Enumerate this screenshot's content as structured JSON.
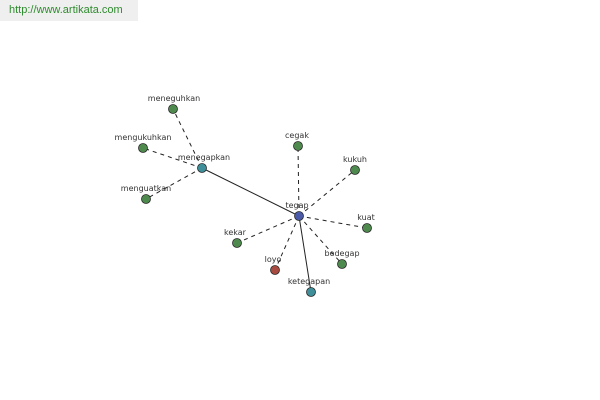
{
  "site": {
    "url": "http://www.artikata.com"
  },
  "colors": {
    "synonym": "#4e8a4e",
    "center": "#4a5aa8",
    "related": "#3f8f9a",
    "antonym": "#a84a3f",
    "edge": "#222222"
  },
  "graph": {
    "nodes": [
      {
        "id": "tegap",
        "label": "tegap",
        "kind": "center"
      },
      {
        "id": "menegapkan",
        "label": "menegapkan",
        "kind": "related"
      },
      {
        "id": "ketegapan",
        "label": "ketegapan",
        "kind": "related"
      },
      {
        "id": "meneguhkan",
        "label": "meneguhkan",
        "kind": "synonym"
      },
      {
        "id": "mengukuhkan",
        "label": "mengukuhkan",
        "kind": "synonym"
      },
      {
        "id": "menguatkan",
        "label": "menguatkan",
        "kind": "synonym"
      },
      {
        "id": "cegak",
        "label": "cegak",
        "kind": "synonym"
      },
      {
        "id": "kukuh",
        "label": "kukuh",
        "kind": "synonym"
      },
      {
        "id": "kuat",
        "label": "kuat",
        "kind": "synonym"
      },
      {
        "id": "bedegap",
        "label": "bedegap",
        "kind": "synonym"
      },
      {
        "id": "kekar",
        "label": "kekar",
        "kind": "synonym"
      },
      {
        "id": "loyo",
        "label": "loyo",
        "kind": "antonym"
      }
    ],
    "edges": [
      {
        "from": "tegap",
        "to": "menegapkan",
        "style": "solid"
      },
      {
        "from": "tegap",
        "to": "ketegapan",
        "style": "solid"
      },
      {
        "from": "tegap",
        "to": "cegak",
        "style": "dashed"
      },
      {
        "from": "tegap",
        "to": "kukuh",
        "style": "dashed"
      },
      {
        "from": "tegap",
        "to": "kuat",
        "style": "dashed"
      },
      {
        "from": "tegap",
        "to": "bedegap",
        "style": "dashed"
      },
      {
        "from": "tegap",
        "to": "kekar",
        "style": "dashed"
      },
      {
        "from": "tegap",
        "to": "loyo",
        "style": "dashed"
      },
      {
        "from": "menegapkan",
        "to": "meneguhkan",
        "style": "dashed"
      },
      {
        "from": "menegapkan",
        "to": "mengukuhkan",
        "style": "dashed"
      },
      {
        "from": "menegapkan",
        "to": "menguatkan",
        "style": "dashed"
      }
    ]
  }
}
